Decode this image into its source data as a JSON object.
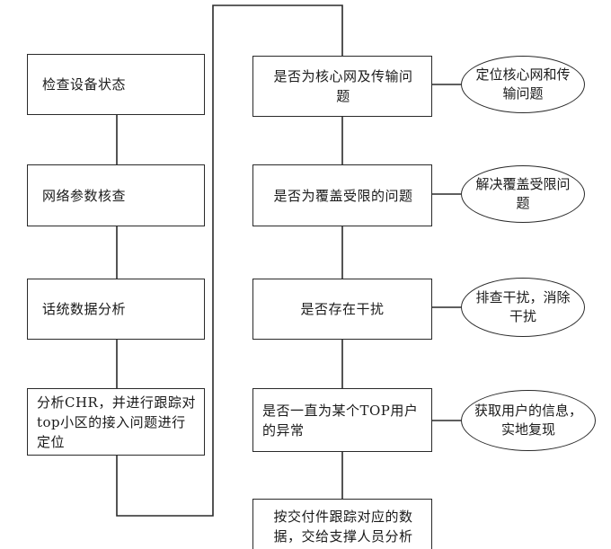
{
  "left_column": [
    {
      "id": "check-device-status",
      "text": "检查设备状态"
    },
    {
      "id": "network-param-check",
      "text": "网络参数核查"
    },
    {
      "id": "traffic-data-analysis",
      "text": "话统数据分析"
    },
    {
      "id": "chr-analysis",
      "text": "分析CHR，并进行跟踪对top小区的接入问题进行定位"
    }
  ],
  "right_column": [
    {
      "id": "core-network-question",
      "text": "是否为核心网及传输问题"
    },
    {
      "id": "coverage-question",
      "text": "是否为覆盖受限的问题"
    },
    {
      "id": "interference-question",
      "text": "是否存在干扰"
    },
    {
      "id": "top-user-question",
      "text": "是否一直为某个TOP用户的异常"
    },
    {
      "id": "deliver-tracking",
      "text": "按交付件跟踪对应的数据，交给支撑人员分析"
    }
  ],
  "ovals": [
    {
      "id": "locate-core-network",
      "text": "定位核心网和传输问题"
    },
    {
      "id": "solve-coverage",
      "text": "解决覆盖受限问题"
    },
    {
      "id": "remove-interference",
      "text": "排查干扰，消除干扰"
    },
    {
      "id": "get-user-info",
      "text": "获取用户的信息，实地复现"
    }
  ]
}
